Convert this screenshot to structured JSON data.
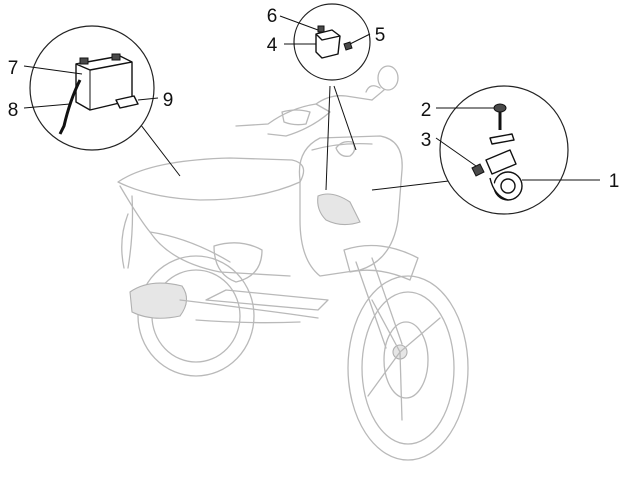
{
  "callouts": [
    {
      "id": "1",
      "part": "horn"
    },
    {
      "id": "2",
      "part": "horn-mount-screw"
    },
    {
      "id": "3",
      "part": "horn-bracket-nut"
    },
    {
      "id": "4",
      "part": "relay"
    },
    {
      "id": "5",
      "part": "relay-screw"
    },
    {
      "id": "6",
      "part": "relay-clip"
    },
    {
      "id": "7",
      "part": "battery"
    },
    {
      "id": "8",
      "part": "battery-vent-tube"
    },
    {
      "id": "9",
      "part": "battery-pad"
    }
  ],
  "colors": {
    "ghost_outline": "#b9b9b9",
    "ghost_fill": "#e6e6e6",
    "part_outline": "#111111",
    "background": "#ffffff"
  }
}
